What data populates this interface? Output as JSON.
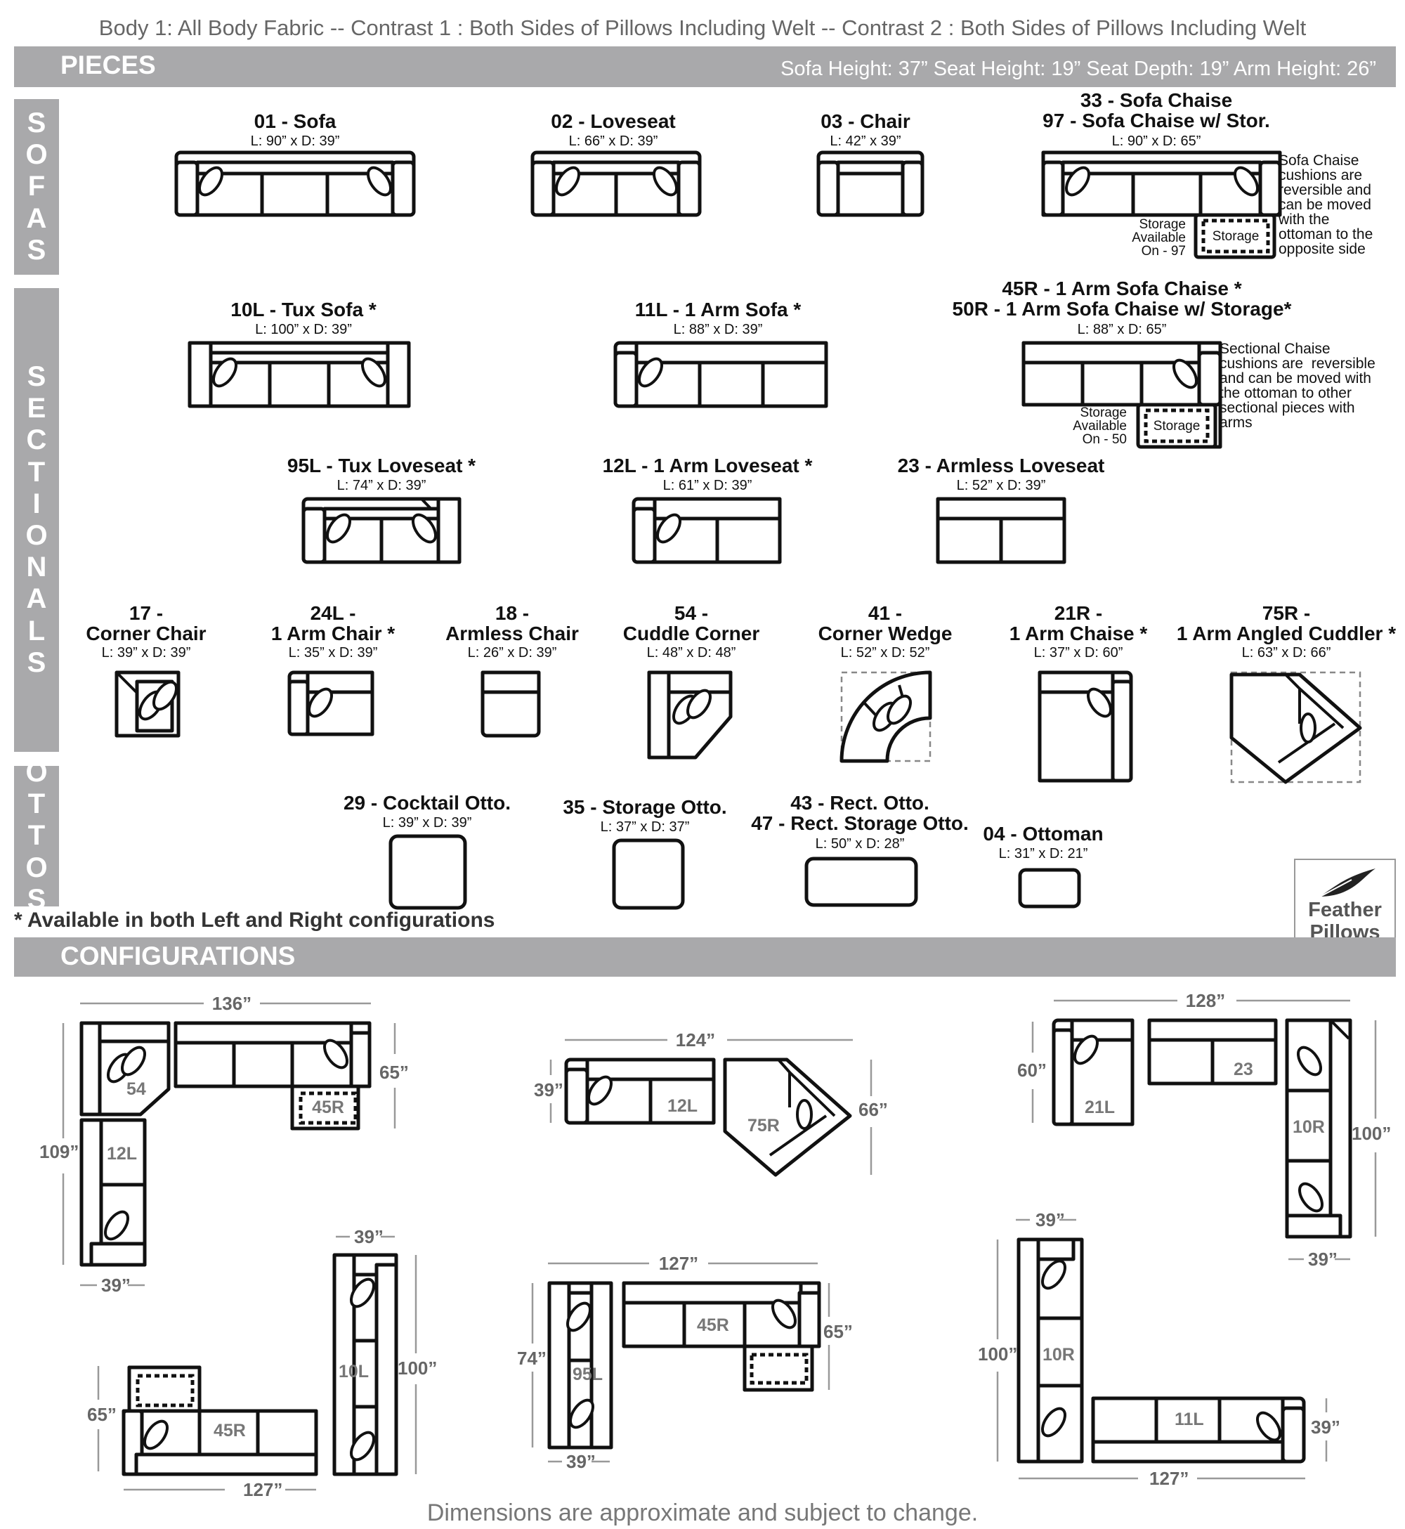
{
  "header_note": "Body 1: All Body Fabric -- Contrast 1 : Both Sides of Pillows Including Welt -- Contrast 2 : Both Sides of Pillows Including Welt",
  "pieces_band": {
    "title": "PIECES",
    "specs": "Sofa Height: 37”   Seat Height: 19”   Seat Depth: 19”   Arm Height: 26”"
  },
  "side_labels": {
    "sofas": [
      "S",
      "O",
      "F",
      "A",
      "S"
    ],
    "sectionals": [
      "S",
      "E",
      "C",
      "T",
      "I",
      "O",
      "N",
      "A",
      "L",
      "S"
    ],
    "ottos": [
      "O",
      "T",
      "T",
      "O",
      "S"
    ]
  },
  "sofas": [
    {
      "title": "01 - Sofa",
      "dims": "L: 90” x D: 39”"
    },
    {
      "title": "02 - Loveseat",
      "dims": "L: 66” x D: 39”"
    },
    {
      "title": "03 - Chair",
      "dims": "L: 42” x 39”"
    },
    {
      "title": "33 - Sofa Chaise\n97 - Sofa Chaise w/ Stor.",
      "dims": "L: 90” x D: 65”"
    }
  ],
  "sofa_chaise_note": "Sofa Chaise\ncushions are\nreversible and\ncan be moved\nwith the\nottoman to the\nopposite side",
  "storage_available_97": "Storage\nAvailable\nOn - 97",
  "storage_label": "Storage",
  "sectionals_row1": [
    {
      "title": "10L - Tux Sofa *",
      "dims": "L: 100” x D: 39”"
    },
    {
      "title": "11L - 1 Arm Sofa *",
      "dims": "L: 88” x D: 39”"
    },
    {
      "title": "45R - 1 Arm Sofa Chaise *\n50R - 1 Arm Sofa Chaise w/ Storage*",
      "dims": "L: 88” x D: 65”"
    }
  ],
  "sectional_chaise_note": "Sectional Chaise\ncushions are  reversible\nand can be moved with\nthe ottoman to other\nsectional pieces with\narms",
  "storage_available_50": "Storage\nAvailable\nOn - 50",
  "sectionals_row2": [
    {
      "title": "95L - Tux Loveseat *",
      "dims": "L: 74” x D: 39”"
    },
    {
      "title": "12L - 1 Arm Loveseat *",
      "dims": "L: 61” x D: 39”"
    },
    {
      "title": "23 - Armless Loveseat",
      "dims": "L: 52” x D: 39”"
    }
  ],
  "sectionals_row3": [
    {
      "title": "17 -\nCorner Chair",
      "dims": "L: 39” x D: 39”"
    },
    {
      "title": "24L -\n1 Arm Chair *",
      "dims": "L: 35” x D: 39”"
    },
    {
      "title": "18 -\nArmless Chair",
      "dims": "L: 26” x D: 39”"
    },
    {
      "title": "54 -\nCuddle Corner",
      "dims": "L: 48” x D: 48”"
    },
    {
      "title": "41 -\nCorner Wedge",
      "dims": "L: 52” x D: 52”"
    },
    {
      "title": "21R -\n1 Arm Chaise *",
      "dims": "L: 37” x D: 60”"
    },
    {
      "title": "75R -\n1 Arm Angled Cuddler *",
      "dims": "L: 63” x D: 66”"
    }
  ],
  "ottos": [
    {
      "title": "29 - Cocktail Otto.",
      "dims": "L: 39” x D: 39”"
    },
    {
      "title": "35 - Storage Otto.",
      "dims": "L: 37” x D: 37”"
    },
    {
      "title": "43 - Rect. Otto.\n47 - Rect. Storage Otto.",
      "dims": "L: 50” x D: 28”"
    },
    {
      "title": "04 - Ottoman",
      "dims": "L: 31” x D: 21”"
    }
  ],
  "availability_note": "* Available in both Left and Right configurations",
  "feather_badge": {
    "line1": "Feather",
    "line2": "Pillows",
    "icon": "feather-icon"
  },
  "configurations_band": {
    "title": "CONFIGURATIONS"
  },
  "config_dims": {
    "c1_top": "136”",
    "c1_right": "65”",
    "c1_left": "109”",
    "c1_bottom": "39”",
    "c2_top": "124”",
    "c2_left": "39”",
    "c2_right": "66”",
    "c3_top": "128”",
    "c3_left": "60”",
    "c3_right": "100”",
    "c3_bottom": "39”",
    "c4_top": "39”",
    "c4_right": "100”",
    "c4_left": "65”",
    "c4_bottom": "127”",
    "c5_top": "127”",
    "c5_right": "65”",
    "c5_left": "74”",
    "c5_bottom": "39”",
    "c6_top": "39”",
    "c6_left": "100”",
    "c6_right": "39”",
    "c6_bottom": "127”"
  },
  "config_labels": {
    "c1": [
      "54",
      "45R",
      "12L"
    ],
    "c2": [
      "12L",
      "75R"
    ],
    "c3": [
      "21L",
      "23",
      "10R"
    ],
    "c4": [
      "10L",
      "45R"
    ],
    "c5": [
      "45R",
      "95L"
    ],
    "c6": [
      "10R",
      "11L"
    ]
  },
  "footer": "Dimensions are approximate and subject to change."
}
